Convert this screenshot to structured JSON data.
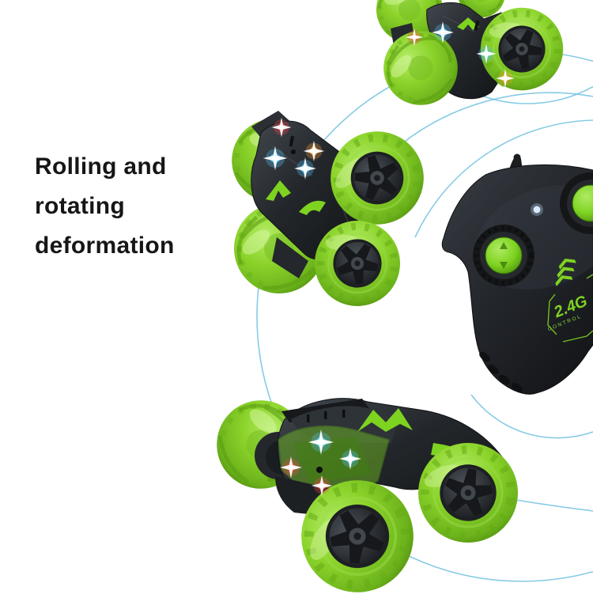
{
  "tagline": {
    "lines": [
      "Rolling and",
      "rotating",
      "deformation"
    ],
    "color": "#161616"
  },
  "controller": {
    "frequency_label": "2.4G",
    "control_label": "CONTROL"
  },
  "illustrations": {
    "car_top": "stunt-car-twisted-pose-top",
    "car_middle": "stunt-car-twisted-pose-middle",
    "car_bottom": "stunt-car-hero-bottom",
    "controller": "remote-controller-2-4g",
    "arcs": "rotation-path-arcs"
  },
  "palette": {
    "background_color": "#ffffff",
    "text_color": "#161616",
    "arc_blue": "#72c2e0",
    "accent_green": "#7ed321",
    "tire_green": "#8bd32a",
    "tire_green_light": "#b4ec67",
    "tire_green_dark": "#61a41a",
    "chassis_dark": "#202428",
    "controller_dark": "#26292e",
    "led_blue": "#55c8ff",
    "led_red": "#ff4545",
    "led_orange": "#ffa033"
  }
}
